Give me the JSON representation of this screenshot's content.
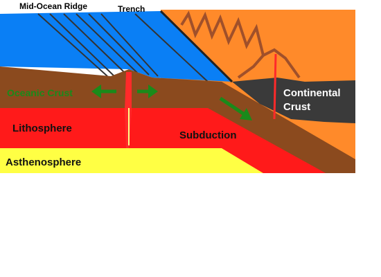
{
  "labels": {
    "mid_ocean_ridge": "Mid-Ocean Ridge",
    "trench": "Trench",
    "oceanic_crust": "Oceanic Crust",
    "continental_crust_line1": "Continental",
    "continental_crust_line2": "Crust",
    "lithosphere": "Lithosphere",
    "subduction": "Subduction",
    "asthenosphere": "Asthenosphere"
  },
  "colors": {
    "ocean": "#0a7ff5",
    "mountains_bg": "#ff8a2a",
    "mountain_lines": "#a0502a",
    "oceanic_crust": "#8b4a1e",
    "continental_crust": "#3a3a3a",
    "lithosphere": "#ff1a1a",
    "asthenosphere": "#ffff44",
    "magma": "#ff2a2a",
    "arrows": "#1a8a1a",
    "lines": "#333333"
  }
}
